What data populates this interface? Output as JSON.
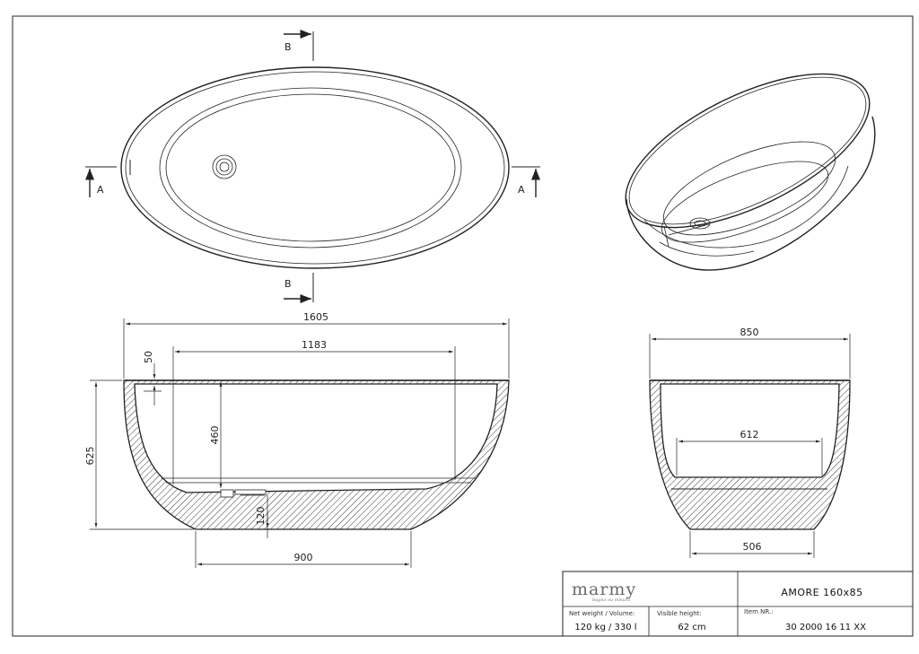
{
  "section_labels": {
    "a": "A",
    "b": "B"
  },
  "dimensions": {
    "overall_length": "1605",
    "inner_length": "1183",
    "rim_thickness": "50",
    "inner_depth": "460",
    "overall_height": "625",
    "base_thickness": "120",
    "base_width": "900",
    "overall_width": "850",
    "inner_width": "612",
    "side_base_width": "506"
  },
  "title_block": {
    "brand": "marmy",
    "tagline": "bagno su misura",
    "product_name": "AMORE 160x85",
    "weight_volume_label": "Net weight / Volume:",
    "weight_volume_value": "120 kg / 330 l",
    "visible_height_label": "Visible height:",
    "visible_height_value": "62 cm",
    "item_nr_label": "Item NR.:",
    "item_nr_value": "30 2000 16 11 XX"
  },
  "colors": {
    "line": "#222222",
    "logo": "#6b6b6b",
    "paper": "#ffffff"
  }
}
